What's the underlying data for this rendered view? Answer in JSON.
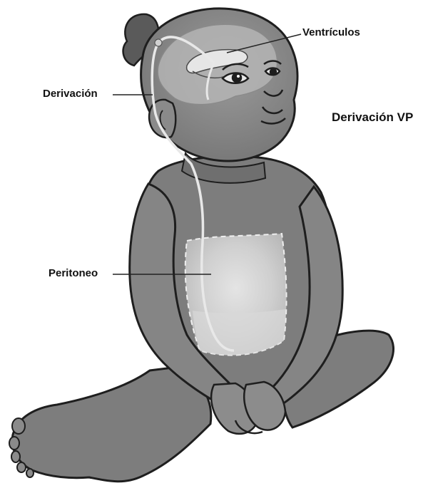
{
  "labels": {
    "ventricles": "Ventrículos",
    "shunt": "Derivación",
    "peritoneum": "Peritoneo",
    "title": "Derivación VP"
  },
  "colors": {
    "skin": "#7d7d7d",
    "skin_light": "#9a9a9a",
    "outline": "#1e1e1e",
    "hair": "#555555",
    "brain": "#b6b6b6",
    "tube": "#e8e8e8",
    "peritoneum": "#c9c9c9",
    "leader": "#222222"
  }
}
